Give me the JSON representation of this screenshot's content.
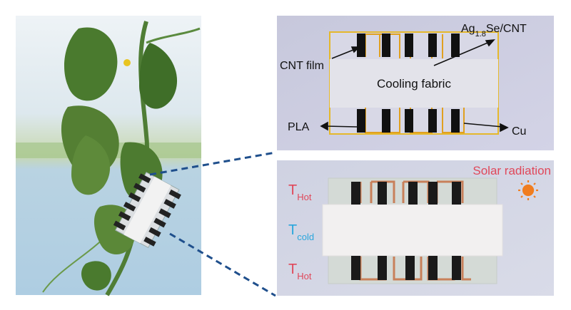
{
  "schematic": {
    "label_cnt_film": "CNT film",
    "label_ag_base": "Ag",
    "label_ag_sub": "1.8",
    "label_ag_rest": "Se/CNT",
    "label_cooling_fabric": "Cooling fabric",
    "label_pla": "PLA",
    "label_cu": "Cu"
  },
  "photo_panel": {
    "label_solar": "Solar radiation",
    "t_top_base": "T",
    "t_top_sub": "Hot",
    "t_mid_base": "T",
    "t_mid_sub": "cold",
    "t_bot_base": "T",
    "t_bot_sub": "Hot"
  },
  "colors": {
    "hot_label": "#e0485a",
    "cold_label": "#2aa6dc",
    "solar_label": "#e0485a",
    "sun_icon": "#f07d1f",
    "panel_bg": "#c8c9de",
    "connector_line": "#1f4f8c",
    "cu_trace": "#e0a020"
  }
}
